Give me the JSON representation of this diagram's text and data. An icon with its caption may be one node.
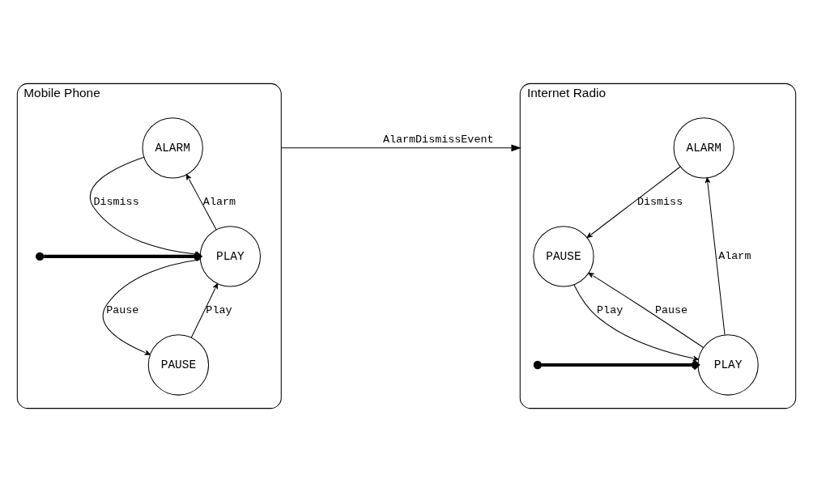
{
  "diagram": {
    "nodes": [
      {
        "text": [
          "Mobile Phone"
        ]
      },
      {
        "text": [
          "ALARM"
        ],
        "in": 0
      },
      {
        "text": [
          "PLAY"
        ],
        "in": 0
      },
      {
        "text": [
          "PAUSE"
        ],
        "in": 0
      },
      {
        "text": [],
        "shape": "circle",
        "in": 0
      },
      {
        "text": [
          "Internet Radio"
        ]
      },
      {
        "text": [
          "ALARM"
        ],
        "in": 5
      },
      {
        "text": [
          "PAUSE"
        ],
        "in": 5
      },
      {
        "text": [
          "PLAY"
        ],
        "in": 5
      },
      {
        "text": [],
        "shape": "circle",
        "in": 5
      }
    ],
    "edges": [
      {
        "from": 1,
        "to": 2,
        "arrow": "to",
        "label": "Dismiss"
      },
      {
        "from": 2,
        "to": 1,
        "arrow": "to",
        "label": "Alarm"
      },
      {
        "from": 2,
        "to": 3,
        "arrow": "to",
        "label": "Pause"
      },
      {
        "from": 3,
        "to": 2,
        "arrow": "to",
        "label": "Play"
      },
      {
        "from": 4,
        "to": 2,
        "arrow": "to",
        "style": "thick"
      },
      {
        "from": 0,
        "to": 5,
        "arrow": "to",
        "label": "AlarmDismissEvent"
      },
      {
        "from": 6,
        "to": 7,
        "arrow": "to",
        "label": "Dismiss"
      },
      {
        "from": 7,
        "to": 8,
        "arrow": "to",
        "label": "Play"
      },
      {
        "from": 8,
        "to": 7,
        "arrow": "to",
        "label": "Pause"
      },
      {
        "from": 8,
        "to": 6,
        "arrow": "to",
        "label": "Alarm"
      },
      {
        "from": 9,
        "to": 8,
        "arrow": "to",
        "style": "thick"
      }
    ]
  }
}
